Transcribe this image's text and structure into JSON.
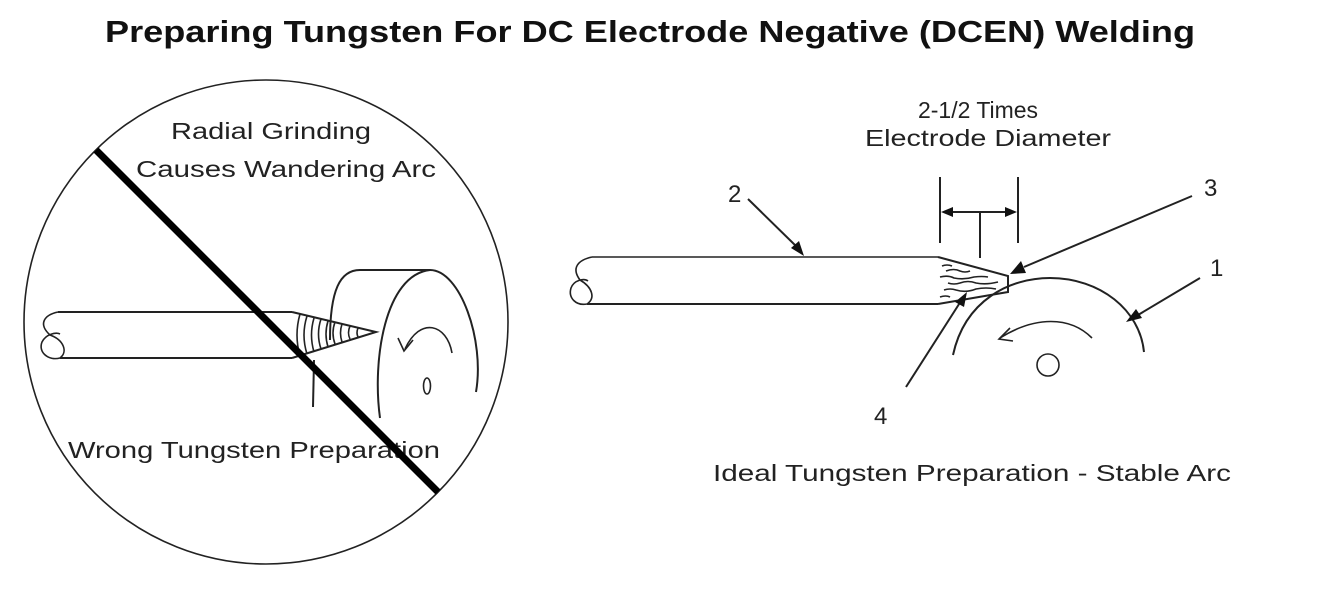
{
  "title": "Preparing Tungsten For DC Electrode Negative (DCEN) Welding",
  "wrong_panel": {
    "heading_line1": "Radial Grinding",
    "heading_line2": "Causes Wandering Arc",
    "caption": "Wrong Tungsten Preparation",
    "icon": "prohibited-slash-icon"
  },
  "ideal_panel": {
    "dimension_line1": "2-1/2 Times",
    "dimension_line2": "Electrode Diameter",
    "caption": "Ideal Tungsten Preparation - Stable Arc",
    "callouts": [
      "1",
      "2",
      "3",
      "4"
    ]
  },
  "colors": {
    "ink": "#111111",
    "background": "#ffffff"
  }
}
